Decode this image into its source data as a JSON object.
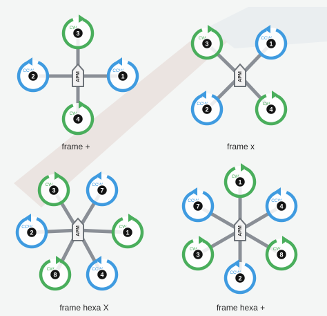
{
  "colors": {
    "cw": "#4aae5c",
    "ccw": "#3f9be0",
    "arm": "#8a8f96",
    "apm_fill": "#f2f2f2",
    "apm_stroke": "#6e747a",
    "motor": "#141414",
    "background_streak": "#c9a89a"
  },
  "apm_label": "APM",
  "frames": [
    {
      "id": "plus",
      "caption": "frame +",
      "motors": [
        {
          "num": "3",
          "dir": "CW"
        },
        {
          "num": "2",
          "dir": "CCW"
        },
        {
          "num": "1",
          "dir": "CCW"
        },
        {
          "num": "4",
          "dir": "CW"
        }
      ]
    },
    {
      "id": "x",
      "caption": "frame x",
      "motors": [
        {
          "num": "3",
          "dir": "CW"
        },
        {
          "num": "1",
          "dir": "CCW"
        },
        {
          "num": "2",
          "dir": "CCW"
        },
        {
          "num": "4",
          "dir": "CW"
        }
      ]
    },
    {
      "id": "hexa-x",
      "caption": "frame hexa X",
      "motors": [
        {
          "num": "3",
          "dir": "CW"
        },
        {
          "num": "7",
          "dir": "CCW"
        },
        {
          "num": "2",
          "dir": "CCW"
        },
        {
          "num": "1",
          "dir": "CW"
        },
        {
          "num": "8",
          "dir": "CW"
        },
        {
          "num": "4",
          "dir": "CCW"
        }
      ]
    },
    {
      "id": "hexa-plus",
      "caption": "frame hexa +",
      "motors": [
        {
          "num": "1",
          "dir": "CW"
        },
        {
          "num": "7",
          "dir": "CCW"
        },
        {
          "num": "4",
          "dir": "CCW"
        },
        {
          "num": "3",
          "dir": "CW"
        },
        {
          "num": "8",
          "dir": "CW"
        },
        {
          "num": "2",
          "dir": "CCW"
        }
      ]
    }
  ]
}
